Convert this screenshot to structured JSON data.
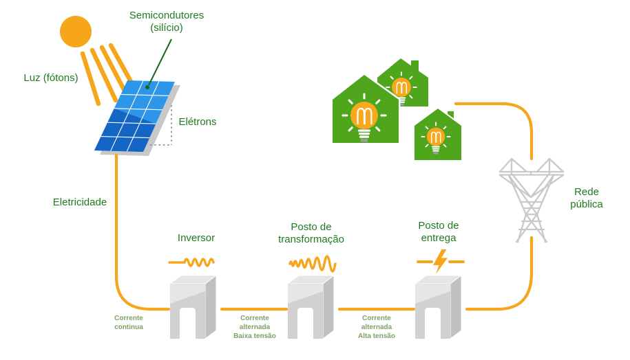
{
  "labels": {
    "semiconductors": "Semicondutores\n(silício)",
    "light": "Luz (fótons)",
    "electrons": "Elétrons",
    "electricity": "Eletricidade",
    "inverter": "Inversor",
    "transformer": "Posto de\ntransformação",
    "delivery": "Posto de\nentrega",
    "grid": "Rede\npública",
    "dc": "Corrente\ncontinua",
    "ac_low": "Corrente\nalternada\nBaixa tensão",
    "ac_high": "Corrente\nalternada\nAlta tensão"
  },
  "icons": {
    "sun": "sun-icon",
    "sun_rays": "sun-rays-icon",
    "solar_panel": "solar-panel-icon",
    "inverter_wave": "sine-wave-icon",
    "transformer_wave": "growing-wave-icon",
    "delivery_bolt": "lightning-bolt-icon",
    "station_building": "station-building-icon",
    "tower": "transmission-tower-icon",
    "house": "house-icon",
    "bulb": "light-bulb-icon"
  },
  "colors": {
    "orange": "#F7A61B",
    "bulb_orange": "#F7A81C",
    "label_green": "#1E7A1E",
    "small_label_green": "#7FA066",
    "arrow_green": "#17691C",
    "house_green": "#4FA51C",
    "panel_light": "#2D96E9",
    "panel_dark": "#1566C4",
    "panel_side": "#C8C8C8",
    "building_front": "#D1D1D1",
    "building_side": "#C0C0C0",
    "building_top": "#E5E5E5",
    "tower_gray": "#C9C9C9",
    "dot_gray": "#9B9B9B",
    "bulb_tip_gray": "#9E9E9E"
  }
}
